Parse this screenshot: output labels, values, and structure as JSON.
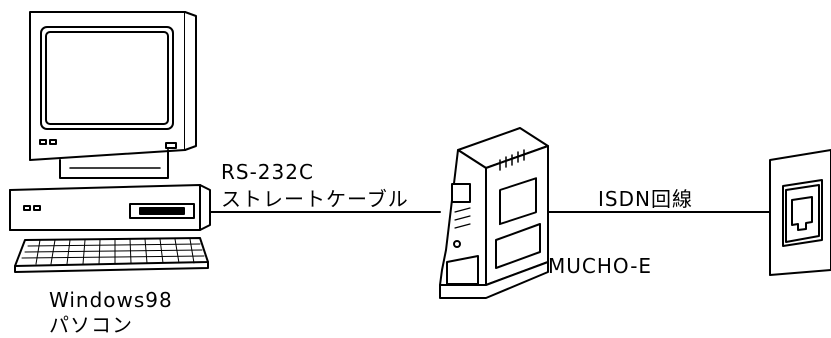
{
  "labels": {
    "cable_line1": "RS-232C",
    "cable_line2": "ストレートケーブル",
    "isdn": "ISDN回線",
    "device": "MUCHO-E",
    "pc_line1": "Windows98",
    "pc_line2": "パソコン"
  },
  "icons": [
    "computer-icon",
    "router-icon",
    "wall-jack-icon"
  ],
  "colors": {
    "line": "#000000",
    "background": "#ffffff"
  }
}
